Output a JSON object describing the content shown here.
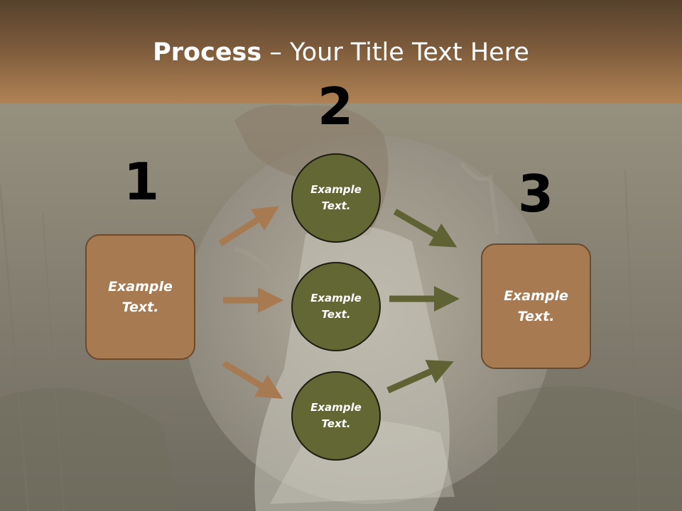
{
  "slide": {
    "title_bold": "Process",
    "title_rest": " – Your Title Text Here",
    "step_numbers": [
      "1",
      "2",
      "3"
    ],
    "left_box": "Example Text.",
    "right_box": "Example Text.",
    "circles": [
      "Example Text.",
      "Example Text.",
      "Example Text."
    ]
  },
  "colors": {
    "header_brown": "#9a6e46",
    "box_fill": "#a87a52",
    "circle_fill": "#636734",
    "arrow_brown": "#a87a52",
    "arrow_olive": "#5f6232"
  }
}
